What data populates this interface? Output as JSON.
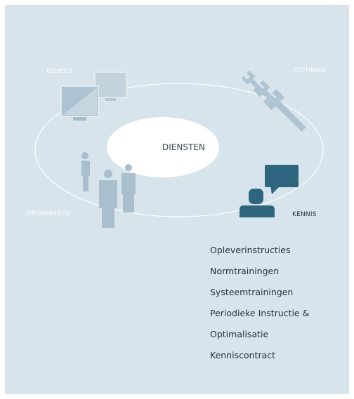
{
  "diagram": {
    "center_label": "DIENSTEN",
    "labels": {
      "beheer": "BEHEER",
      "techniek": "TECHNIEK",
      "organisatie": "ORGANISATIE",
      "kennis": "KENNIS"
    },
    "icons": {
      "beheer": "monitors-icon",
      "techniek": "wrenches-icon",
      "organisatie": "people-icon",
      "kennis": "person-speech-bubble-icon"
    },
    "colors": {
      "background": "#d8e4ec",
      "ellipse": "#ffffff",
      "faded_icon": "#a9bfcd",
      "accent_icon": "#2e6680"
    }
  },
  "services_list": [
    "Opleverinstructies",
    "Normtrainingen",
    "Systeemtrainingen",
    "Periodieke Instructie &",
    "Optimalisatie",
    "Kenniscontract"
  ]
}
